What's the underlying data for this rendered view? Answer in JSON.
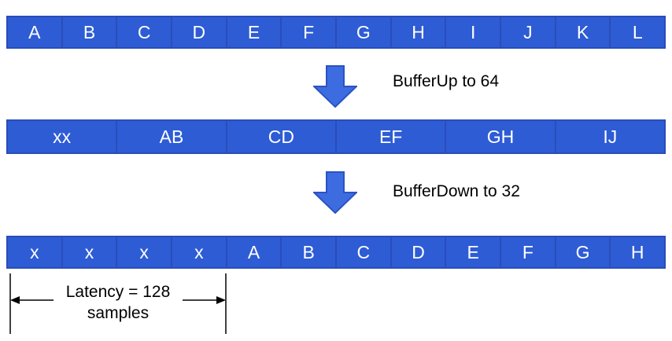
{
  "diagram": {
    "input_buffer": {
      "block_size": 32,
      "cells": [
        "A",
        "B",
        "C",
        "D",
        "E",
        "F",
        "G",
        "H",
        "I",
        "J",
        "K",
        "L"
      ]
    },
    "bufferup": {
      "label": "BufferUp to 64"
    },
    "buffer64": {
      "block_size": 64,
      "cells": [
        "xx",
        "AB",
        "CD",
        "EF",
        "GH",
        "IJ"
      ]
    },
    "bufferdown": {
      "label": "BufferDown to 32"
    },
    "output_buffer": {
      "block_size": 32,
      "cells": [
        "x",
        "x",
        "x",
        "x",
        "A",
        "B",
        "C",
        "D",
        "E",
        "F",
        "G",
        "H"
      ]
    },
    "latency": {
      "line1": "Latency = 128",
      "line2": "samples"
    },
    "colors": {
      "cell_fill": "#2e5cd5",
      "cell_border": "#2a4db8",
      "cell_text": "#ffffff",
      "arrow_fill": "#3c6ce0",
      "arrow_border": "#2b52c4",
      "label_text": "#000000"
    }
  }
}
